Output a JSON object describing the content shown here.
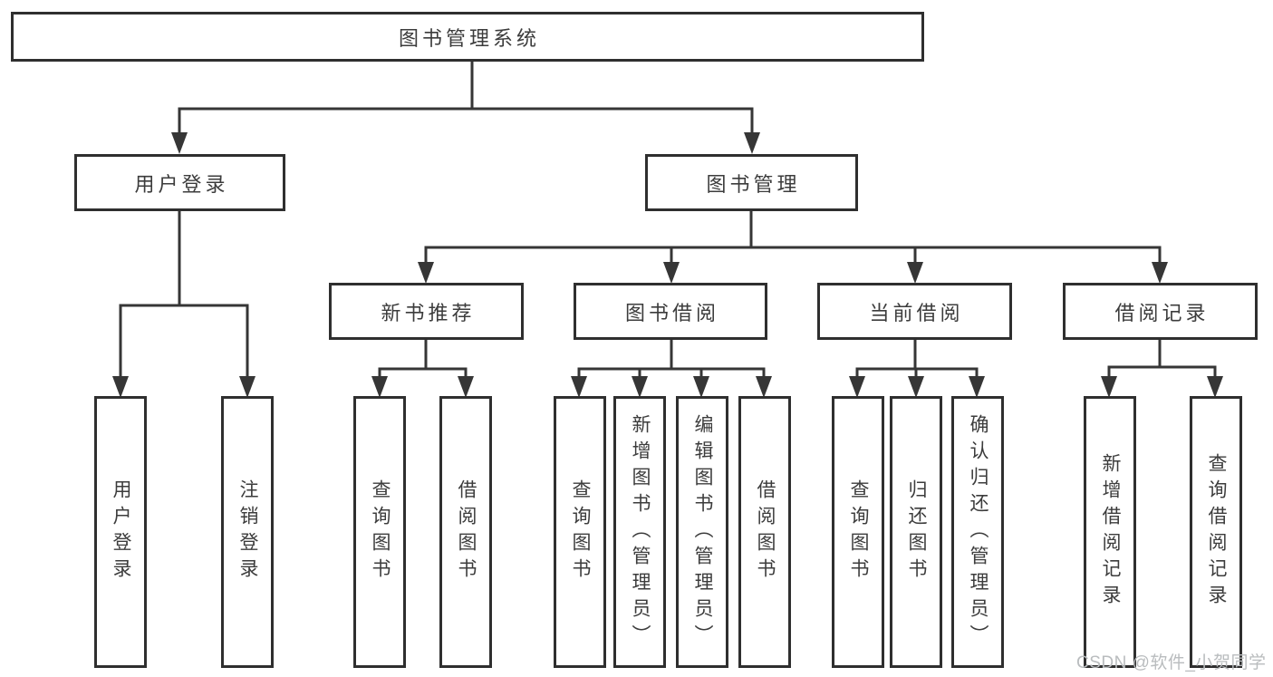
{
  "colors": {
    "line": "#363636",
    "box_border": "#2f2f2f",
    "box_text": "#3c3c3c",
    "background": "#ffffff",
    "watermark": "#b9bcbe"
  },
  "tree": {
    "root": "图书管理系统",
    "children": [
      {
        "label": "用户登录",
        "children": [
          {
            "label": "用户登录"
          },
          {
            "label": "注销登录"
          }
        ]
      },
      {
        "label": "图书管理",
        "children": [
          {
            "label": "新书推荐",
            "children": [
              {
                "label": "查询图书"
              },
              {
                "label": "借阅图书"
              }
            ]
          },
          {
            "label": "图书借阅",
            "children": [
              {
                "label": "查询图书"
              },
              {
                "label": "新增图书（管理员）"
              },
              {
                "label": "编辑图书（管理员）"
              },
              {
                "label": "借阅图书"
              }
            ]
          },
          {
            "label": "当前借阅",
            "children": [
              {
                "label": "查询图书"
              },
              {
                "label": "归还图书"
              },
              {
                "label": "确认归还（管理员）"
              }
            ]
          },
          {
            "label": "借阅记录",
            "children": [
              {
                "label": "新增借阅记录"
              },
              {
                "label": "查询借阅记录"
              }
            ]
          }
        ]
      }
    ]
  },
  "watermark": {
    "text": "CSDN @软件_小贺同学"
  }
}
